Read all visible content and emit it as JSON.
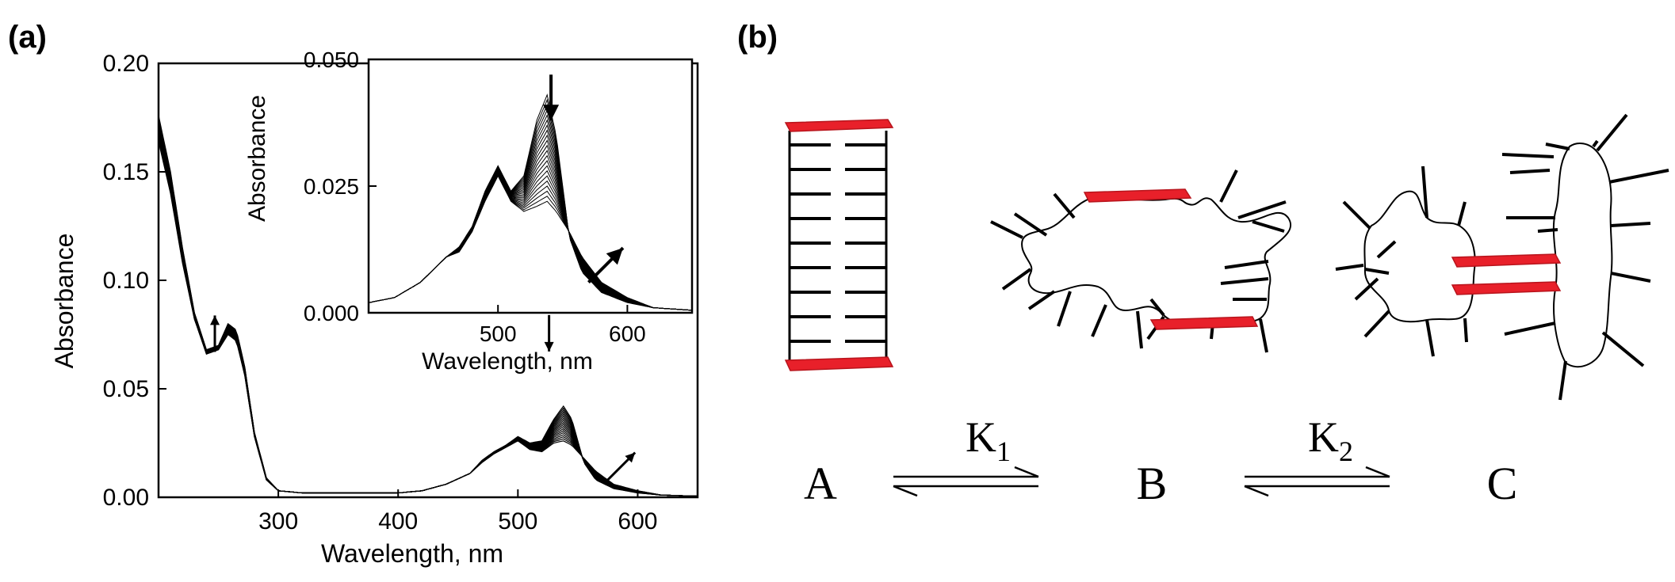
{
  "panels": {
    "a_label": "(a)",
    "b_label": "(b)"
  },
  "chart_data": [
    {
      "type": "line",
      "xlabel": "Wavelength, nm",
      "ylabel": "Absorbance",
      "xlim": [
        200,
        650
      ],
      "ylim": [
        0,
        0.2
      ],
      "xticks": [
        "300",
        "400",
        "500",
        "600"
      ],
      "xtick_values": [
        300,
        400,
        500,
        600
      ],
      "yticks": [
        "0.00",
        "0.05",
        "0.10",
        "0.15",
        "0.20"
      ],
      "ytick_values": [
        0,
        0.05,
        0.1,
        0.15,
        0.2
      ],
      "series": [
        {
          "x": [
            200,
            210,
            220,
            230,
            240,
            250,
            258,
            265,
            272,
            280,
            290,
            300,
            320,
            340,
            360,
            380,
            400,
            420,
            440,
            460,
            470,
            480,
            490,
            500,
            510,
            520,
            530,
            538,
            545,
            555,
            565,
            580,
            600,
            620,
            650
          ],
          "y": [
            0.176,
            0.15,
            0.115,
            0.085,
            0.068,
            0.07,
            0.08,
            0.077,
            0.06,
            0.03,
            0.009,
            0.003,
            0.002,
            0.002,
            0.002,
            0.002,
            0.002,
            0.003,
            0.006,
            0.011,
            0.017,
            0.021,
            0.024,
            0.028,
            0.025,
            0.026,
            0.036,
            0.042,
            0.036,
            0.016,
            0.008,
            0.004,
            0.002,
            0.001,
            0.0005
          ]
        },
        {
          "x": [
            200,
            210,
            220,
            230,
            240,
            250,
            258,
            265,
            272,
            280,
            290,
            300,
            320,
            340,
            360,
            380,
            400,
            420,
            440,
            460,
            470,
            480,
            490,
            500,
            510,
            520,
            530,
            538,
            545,
            555,
            565,
            580,
            600,
            620,
            650
          ],
          "y": [
            0.164,
            0.14,
            0.108,
            0.082,
            0.066,
            0.068,
            0.075,
            0.072,
            0.056,
            0.028,
            0.008,
            0.003,
            0.002,
            0.002,
            0.002,
            0.002,
            0.002,
            0.003,
            0.006,
            0.011,
            0.016,
            0.02,
            0.023,
            0.026,
            0.022,
            0.021,
            0.025,
            0.026,
            0.024,
            0.018,
            0.012,
            0.006,
            0.003,
            0.001,
            0.0005
          ]
        }
      ],
      "annotations": [
        {
          "x": 247,
          "y": 0.067,
          "direction": "up"
        },
        {
          "x": 526,
          "y": 0.084,
          "direction": "down"
        },
        {
          "x": 575,
          "y": 0.008,
          "direction": "up-right"
        }
      ]
    },
    {
      "type": "line",
      "inset": true,
      "xlabel": "Wavelength, nm",
      "ylabel": "Absorbance",
      "xlim": [
        400,
        650
      ],
      "ylim": [
        0,
        0.05
      ],
      "xticks": [
        "500",
        "600"
      ],
      "xtick_values": [
        500,
        600
      ],
      "yticks": [
        "0.000",
        "0.025",
        "0.050"
      ],
      "ytick_values": [
        0,
        0.025,
        0.05
      ],
      "series": [
        {
          "x": [
            400,
            420,
            440,
            460,
            470,
            480,
            490,
            500,
            510,
            520,
            530,
            538,
            545,
            555,
            565,
            580,
            600,
            620,
            650
          ],
          "y": [
            0.002,
            0.003,
            0.006,
            0.011,
            0.013,
            0.017,
            0.024,
            0.029,
            0.024,
            0.027,
            0.038,
            0.043,
            0.035,
            0.015,
            0.008,
            0.004,
            0.002,
            0.001,
            0.0005
          ]
        },
        {
          "x": [
            400,
            420,
            440,
            460,
            470,
            480,
            490,
            500,
            510,
            520,
            530,
            538,
            545,
            555,
            565,
            580,
            600,
            620,
            650
          ],
          "y": [
            0.002,
            0.003,
            0.006,
            0.011,
            0.012,
            0.016,
            0.022,
            0.027,
            0.022,
            0.02,
            0.021,
            0.022,
            0.02,
            0.016,
            0.011,
            0.006,
            0.003,
            0.001,
            0.0005
          ]
        }
      ],
      "annotations": [
        {
          "x": 541,
          "y": 0.047,
          "direction": "down"
        },
        {
          "x": 570,
          "y": 0.006,
          "direction": "up-right"
        }
      ]
    }
  ],
  "scheme": {
    "states": [
      {
        "label": "A"
      },
      {
        "label": "B"
      },
      {
        "label": "C"
      }
    ],
    "constants": [
      {
        "symbol": "K",
        "subscript": "1"
      },
      {
        "symbol": "K",
        "subscript": "2"
      }
    ],
    "colors": {
      "plate": "#e8202a",
      "plate_shade": "#b8141c",
      "line": "#000000"
    }
  }
}
